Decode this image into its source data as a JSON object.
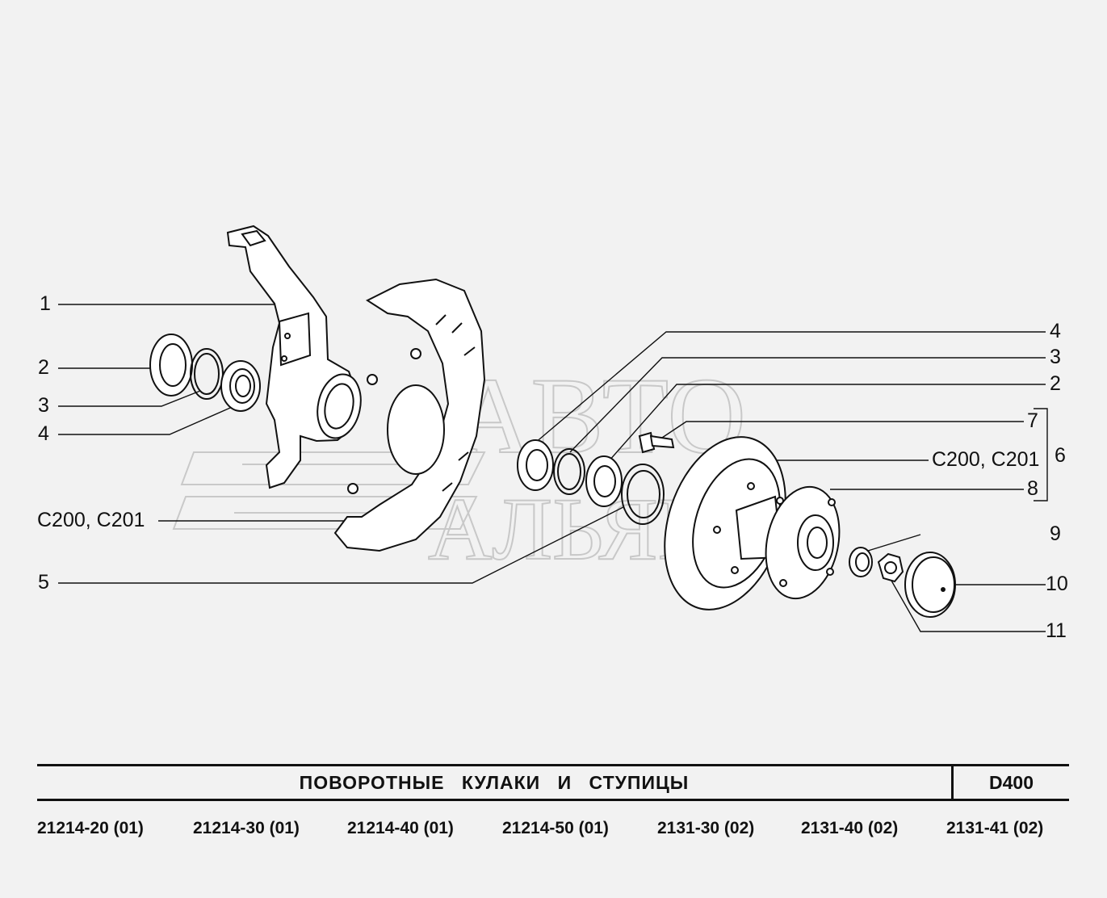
{
  "watermark": {
    "line1": "АВТО",
    "line2": "АЛЬЯНС"
  },
  "callouts": {
    "left": {
      "c1": "1",
      "c2": "2",
      "c3": "3",
      "c4": "4",
      "c200": "С200, С201",
      "c5": "5"
    },
    "right": {
      "c4": "4",
      "c3": "3",
      "c2": "2",
      "c7": "7",
      "c200": "С200, С201",
      "c8": "8",
      "c6": "6",
      "c9": "9",
      "c10": "10",
      "c11": "11"
    }
  },
  "title": {
    "text": "ПОВОРОТНЫЕ КУЛАКИ И СТУПИЦЫ",
    "code": "D400"
  },
  "models": [
    "21214-20 (01)",
    "21214-30 (01)",
    "21214-40 (01)",
    "21214-50 (01)",
    "2131-30 (02)",
    "2131-40 (02)",
    "2131-41 (02)"
  ]
}
